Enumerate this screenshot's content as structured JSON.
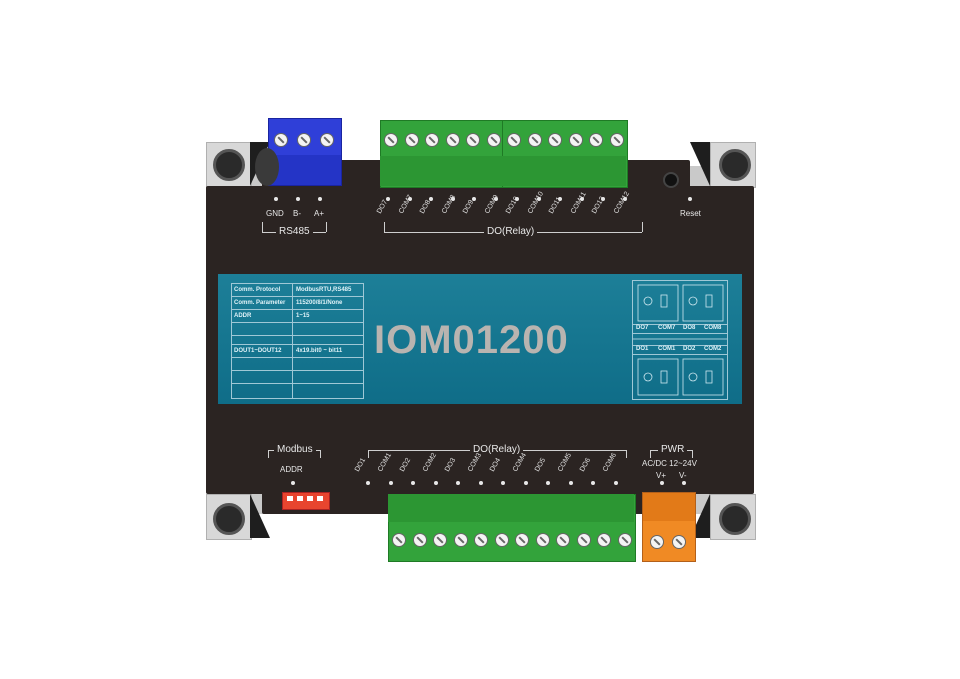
{
  "model": "IOM01200",
  "top_left": {
    "terminals": [
      "GND",
      "B-",
      "A+"
    ],
    "group_label": "RS485"
  },
  "top_right_terminals": [
    "DO7",
    "COM7",
    "DO8",
    "COM8",
    "DO9",
    "COM9",
    "DO10",
    "COM10",
    "DO11",
    "COM11",
    "DO12",
    "COM12"
  ],
  "top_group_label": "DO(Relay)",
  "reset_label": "Reset",
  "bottom_left": {
    "group_label": "Modbus",
    "sub_label": "ADDR"
  },
  "bottom_terminals": [
    "DO1",
    "COM1",
    "DO2",
    "COM2",
    "DO3",
    "COM3",
    "DO4",
    "COM4",
    "DO5",
    "COM5",
    "DO6",
    "COM6"
  ],
  "bottom_group_label": "DO(Relay)",
  "power": {
    "group_label": "PWR",
    "spec": "AC/DC 12~24V",
    "terminals": [
      "V+",
      "V-"
    ]
  },
  "info_table": {
    "rows": [
      {
        "key": "Comm. Protocol",
        "value": "ModbusRTU,RS485"
      },
      {
        "key": "Comm. Parameter",
        "value": "115200/8/1/None"
      },
      {
        "key": "ADDR",
        "value": "1~15"
      },
      {
        "key": "",
        "value": ""
      }
    ],
    "rows2": [
      {
        "key": "DOUT1~DOUT12",
        "value": "4x19.bit0 ~ bit11"
      }
    ]
  },
  "wiring_diagram": {
    "top_labels": [
      "DO7",
      "COM7",
      "DO8",
      "COM8"
    ],
    "bottom_labels": [
      "DO1",
      "COM1",
      "DO2",
      "COM2"
    ]
  },
  "colors": {
    "body": "#2b2422",
    "panel": "#137690",
    "terminal_green": "#33a33b",
    "rs485_blue": "#2f3fd8",
    "power_orange": "#f08a24",
    "addr_red": "#e8452f"
  }
}
